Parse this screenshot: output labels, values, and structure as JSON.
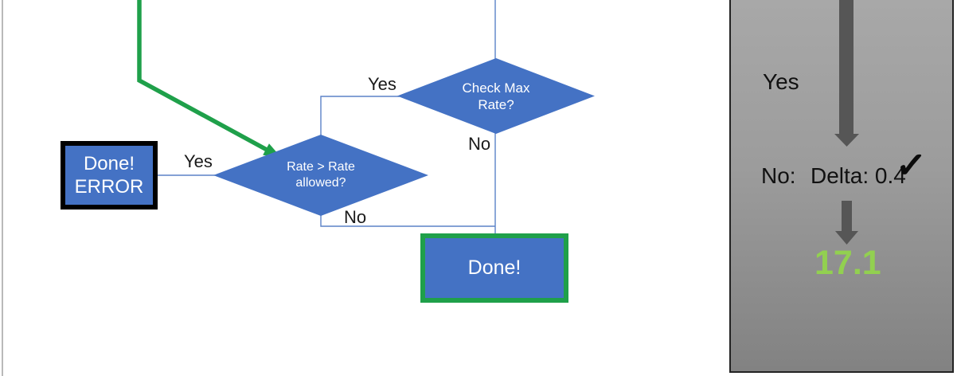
{
  "flowchart": {
    "check_max_rate": {
      "label": "Check Max\nRate?",
      "yes_label": "Yes",
      "no_label": "No"
    },
    "rate_allowed": {
      "label": "Rate > Rate\nallowed?",
      "yes_label": "Yes",
      "no_label": "No"
    },
    "done_error": {
      "label": "Done!\nERROR"
    },
    "done": {
      "label": "Done!"
    },
    "colors": {
      "shape_fill": "#4472C4",
      "shape_text": "#FFFFFF",
      "connector_blue": "#5B82C7",
      "highlight_green": "#1FA04A",
      "error_border": "#000000"
    }
  },
  "side_panel": {
    "yes_label": "Yes",
    "no_label": "No:",
    "delta_label": "Delta: 0.4",
    "checkmark": "✓",
    "result_value": "17.1",
    "colors": {
      "result_green": "#92D050",
      "arrow_gray": "#565656",
      "panel_border": "#232323",
      "panel_gray_top": "#A8A8A8",
      "panel_gray_bottom": "#828282"
    }
  }
}
